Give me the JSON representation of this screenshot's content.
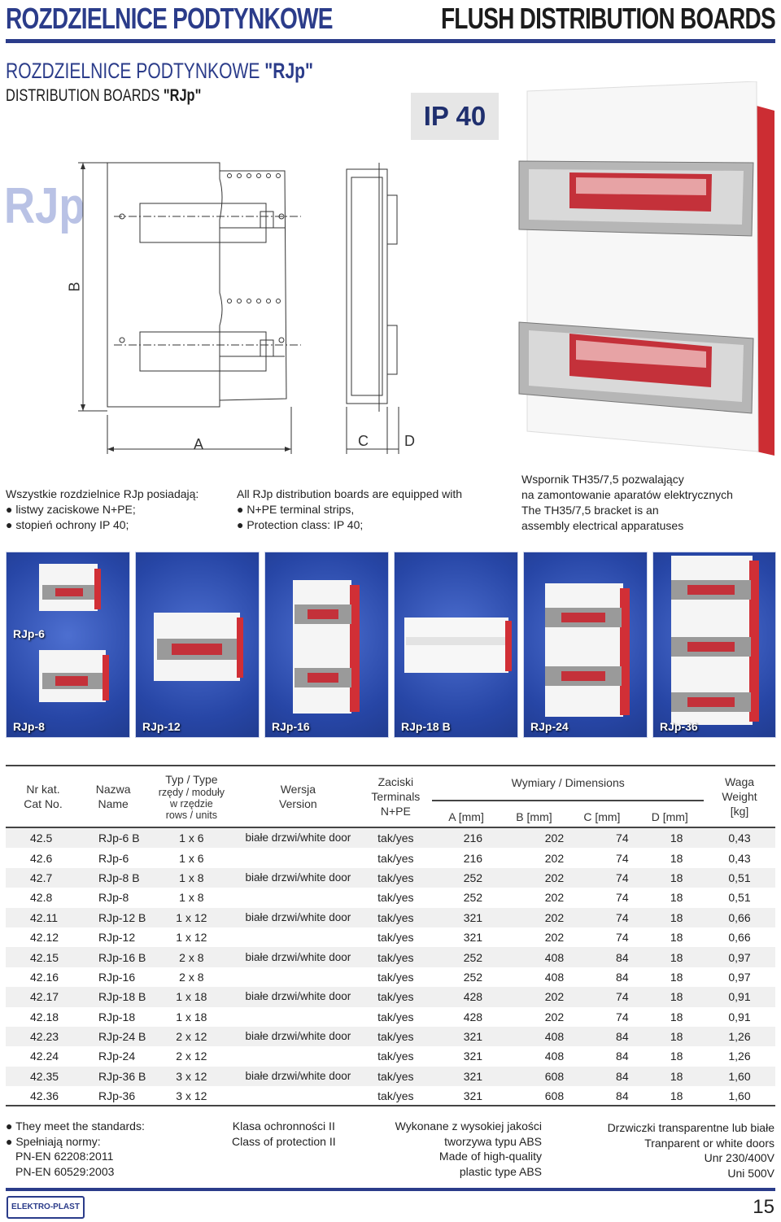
{
  "header": {
    "title_pl": "ROZDZIELNICE PODTYNKOWE",
    "title_en": "FLUSH DISTRIBUTION BOARDS"
  },
  "subtitle": {
    "pl_prefix": "ROZDZIELNICE PODTYNKOWE ",
    "pl_model": "\"RJp\"",
    "en_prefix": "DISTRIBUTION BOARDS ",
    "en_model": "\"RJp\""
  },
  "ip_badge": "IP 40",
  "series_name": "RJp",
  "drawing_labels": {
    "b": "B",
    "a": "A",
    "c": "C",
    "d": "D"
  },
  "features": {
    "pl": [
      "Wszystkie rozdzielnice RJp posiadają:",
      "● listwy zaciskowe N+PE;",
      "● stopień ochrony IP 40;"
    ],
    "en": [
      "All RJp distribution boards are equipped with",
      "● N+PE terminal strips,",
      "● Protection class: IP 40;"
    ],
    "bracket": [
      "Wspornik TH35/7,5 pozwalający",
      "na zamontowanie aparatów elektrycznych",
      "The TH35/7,5 bracket is an",
      "assembly electrical apparatuses"
    ]
  },
  "thumbnails": [
    "RJp-6",
    "RJp-8",
    "RJp-12",
    "RJp-16",
    "RJp-18 B",
    "RJp-24",
    "RJp-36"
  ],
  "table": {
    "headers": {
      "cat_pl": "Nr kat.",
      "cat_en": "Cat No.",
      "name_pl": "Nazwa",
      "name_en": "Name",
      "type_1": "Typ / Type",
      "type_2": "rzędy / moduły",
      "type_3": "w rzędzie",
      "type_4": "rows / units",
      "version_pl": "Wersja",
      "version_en": "Version",
      "term_1": "Zaciski",
      "term_2": "Terminals",
      "term_3": "N+PE",
      "dims": "Wymiary / Dimensions",
      "a": "A [mm]",
      "b": "B [mm]",
      "c": "C [mm]",
      "d": "D [mm]",
      "weight_1": "Waga",
      "weight_2": "Weight",
      "weight_3": "[kg]"
    },
    "rows": [
      [
        "42.5",
        "RJp-6 B",
        "1 x 6",
        "białe drzwi/white door",
        "tak/yes",
        "216",
        "202",
        "74",
        "18",
        "0,43"
      ],
      [
        "42.6",
        "RJp-6",
        "1 x 6",
        "",
        "tak/yes",
        "216",
        "202",
        "74",
        "18",
        "0,43"
      ],
      [
        "42.7",
        "RJp-8 B",
        "1 x 8",
        "białe drzwi/white door",
        "tak/yes",
        "252",
        "202",
        "74",
        "18",
        "0,51"
      ],
      [
        "42.8",
        "RJp-8",
        "1 x 8",
        "",
        "tak/yes",
        "252",
        "202",
        "74",
        "18",
        "0,51"
      ],
      [
        "42.11",
        "RJp-12 B",
        "1 x 12",
        "białe drzwi/white door",
        "tak/yes",
        "321",
        "202",
        "74",
        "18",
        "0,66"
      ],
      [
        "42.12",
        "RJp-12",
        "1 x 12",
        "",
        "tak/yes",
        "321",
        "202",
        "74",
        "18",
        "0,66"
      ],
      [
        "42.15",
        "RJp-16 B",
        "2 x 8",
        "białe drzwi/white door",
        "tak/yes",
        "252",
        "408",
        "84",
        "18",
        "0,97"
      ],
      [
        "42.16",
        "RJp-16",
        "2 x 8",
        "",
        "tak/yes",
        "252",
        "408",
        "84",
        "18",
        "0,97"
      ],
      [
        "42.17",
        "RJp-18 B",
        "1 x 18",
        "białe drzwi/white door",
        "tak/yes",
        "428",
        "202",
        "74",
        "18",
        "0,91"
      ],
      [
        "42.18",
        "RJp-18",
        "1 x 18",
        "",
        "tak/yes",
        "428",
        "202",
        "74",
        "18",
        "0,91"
      ],
      [
        "42.23",
        "RJp-24 B",
        "2 x 12",
        "białe drzwi/white door",
        "tak/yes",
        "321",
        "408",
        "84",
        "18",
        "1,26"
      ],
      [
        "42.24",
        "RJp-24",
        "2 x 12",
        "",
        "tak/yes",
        "321",
        "408",
        "84",
        "18",
        "1,26"
      ],
      [
        "42.35",
        "RJp-36 B",
        "3 x 12",
        "białe drzwi/white door",
        "tak/yes",
        "321",
        "608",
        "84",
        "18",
        "1,60"
      ],
      [
        "42.36",
        "RJp-36",
        "3 x 12",
        "",
        "tak/yes",
        "321",
        "608",
        "84",
        "18",
        "1,60"
      ]
    ]
  },
  "notes": {
    "standards": [
      "● They meet the  standards:",
      "● Spełniają normy:",
      "PN-EN 62208:2011",
      "PN-EN 60529:2003"
    ],
    "class": [
      "Klasa ochronności II",
      "Class of protection II"
    ],
    "material": [
      "Wykonane z wysokiej jakości",
      "tworzywa typu ABS",
      "Made of high-quality",
      "plastic type ABS"
    ],
    "doors": [
      "Drzwiczki transparentne lub białe",
      "Tranparent or white doors",
      "Unr 230/400V",
      "Uni  500V"
    ]
  },
  "footer": {
    "logo": "ELEKTRO-PLAST",
    "page": "15"
  },
  "colors": {
    "brand": "#2b3c8a",
    "red": "#d92a2a",
    "tile_blue": "#2d4fb0"
  }
}
